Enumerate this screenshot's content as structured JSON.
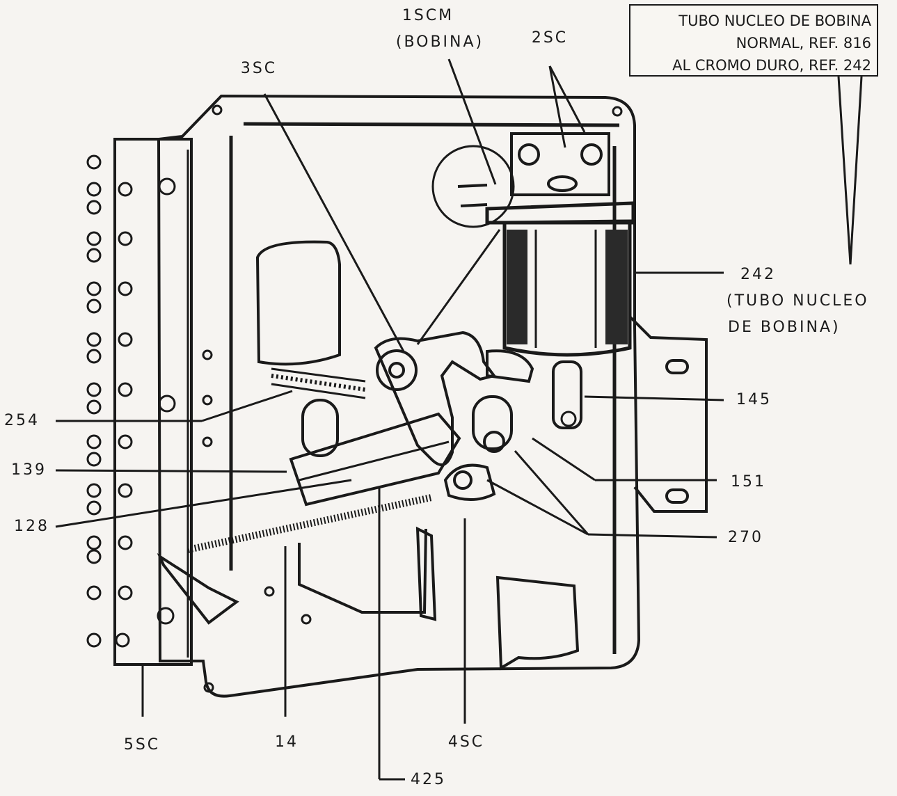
{
  "note": {
    "line1": "TUBO NUCLEO DE BOBINA",
    "line2": "NORMAL, REF. 816",
    "line3": "AL CROMO DURO, REF. 242"
  },
  "labels": {
    "scm1_a": "1SCM",
    "scm1_b": "(BOBINA)",
    "sc2": "2SC",
    "sc3": "3SC",
    "ref242_a": "242",
    "ref242_b": "(TUBO NUCLEO",
    "ref242_c": "DE BOBINA)",
    "ref145": "145",
    "ref254": "254",
    "ref139": "139",
    "ref151": "151",
    "ref128": "128",
    "ref270": "270",
    "sc5": "5SC",
    "ref14": "14",
    "sc4": "4SC",
    "ref425": "425"
  },
  "colors": {
    "ink": "#1a1a1a",
    "paper": "#f6f4f1"
  }
}
